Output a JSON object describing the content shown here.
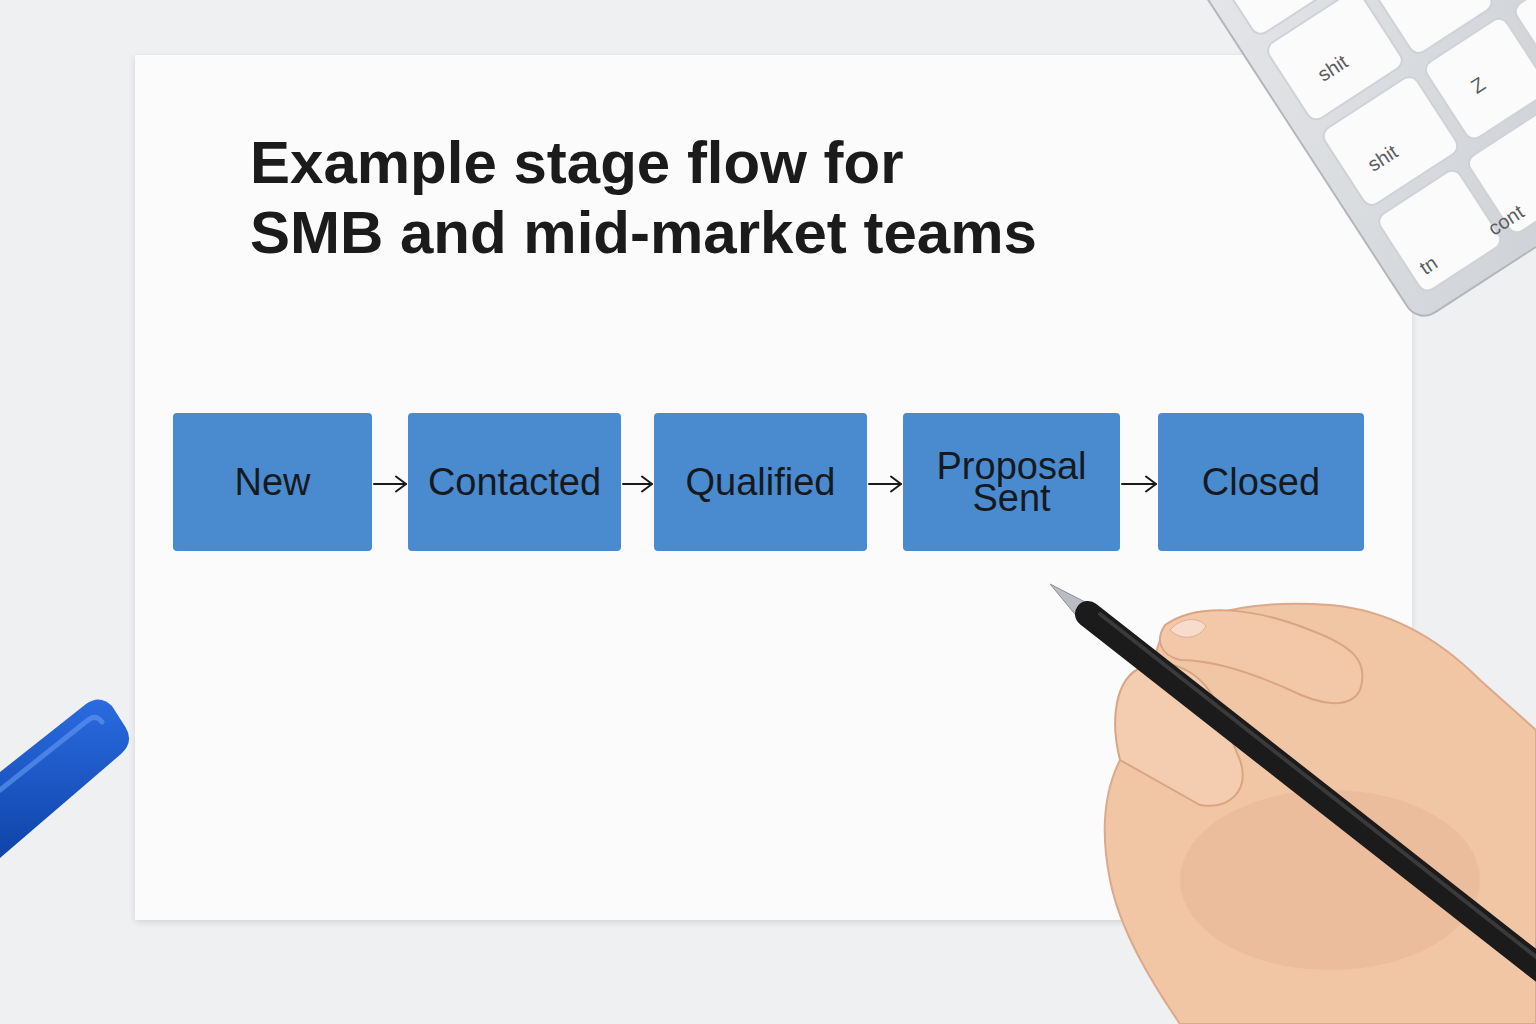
{
  "diagram": {
    "title": "Example stage flow for SMB and mid-market teams",
    "nodes": [
      {
        "text": [
          "New"
        ]
      },
      {
        "text": [
          "Contacted"
        ]
      },
      {
        "text": [
          "Qualified"
        ]
      },
      {
        "text": [
          "Proposal Sent"
        ]
      },
      {
        "text": [
          "Closed"
        ]
      }
    ],
    "edges": [
      {
        "from": 0,
        "to": 1,
        "arrow": "to"
      },
      {
        "from": 1,
        "to": 2,
        "arrow": "to"
      },
      {
        "from": 2,
        "to": 3,
        "arrow": "to"
      },
      {
        "from": 3,
        "to": 4,
        "arrow": "to"
      }
    ],
    "labels": [
      "shit",
      "Z",
      "shit",
      "cont",
      "tn"
    ]
  }
}
